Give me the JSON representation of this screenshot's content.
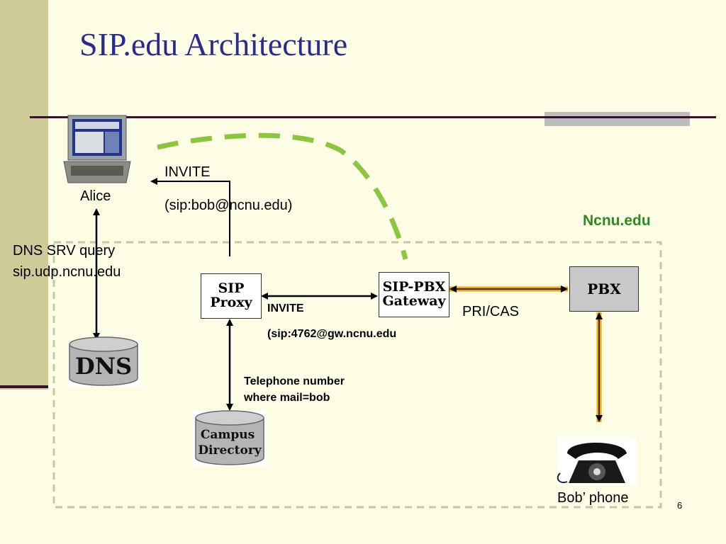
{
  "slide": {
    "title": "SIP.edu Architecture",
    "page_number": "6"
  },
  "diagram": {
    "domain_label": "Ncnu.edu",
    "nodes": {
      "alice": "Alice",
      "sip_proxy": "SIP\nProxy",
      "gateway": "SIP-PBX\nGateway",
      "pbx": "PBX",
      "dns": "DNS",
      "campus_directory": "Campus\nDirectory",
      "bobs_phone": "Bob’ phone"
    },
    "labels": {
      "invite_top": "INVITE",
      "invite_top_uri": "(sip:bob@ncnu.edu)",
      "dns_query_1": "DNS SRV query",
      "dns_query_2": "sip.udp.ncnu.edu",
      "invite_gw": "INVITE",
      "invite_gw_uri": "(sip:4762@gw.ncnu.edu",
      "pri_cas": "PRI/CAS",
      "directory_lookup_1": "Telephone number",
      "directory_lookup_2": "where mail=bob"
    },
    "colors": {
      "title": "#2b2b8f",
      "domain_label": "#2e8b22",
      "dashed_arc": "#8cc63f",
      "trunk_link": "#f0a800",
      "domain_border": "#c8c8a0"
    }
  }
}
